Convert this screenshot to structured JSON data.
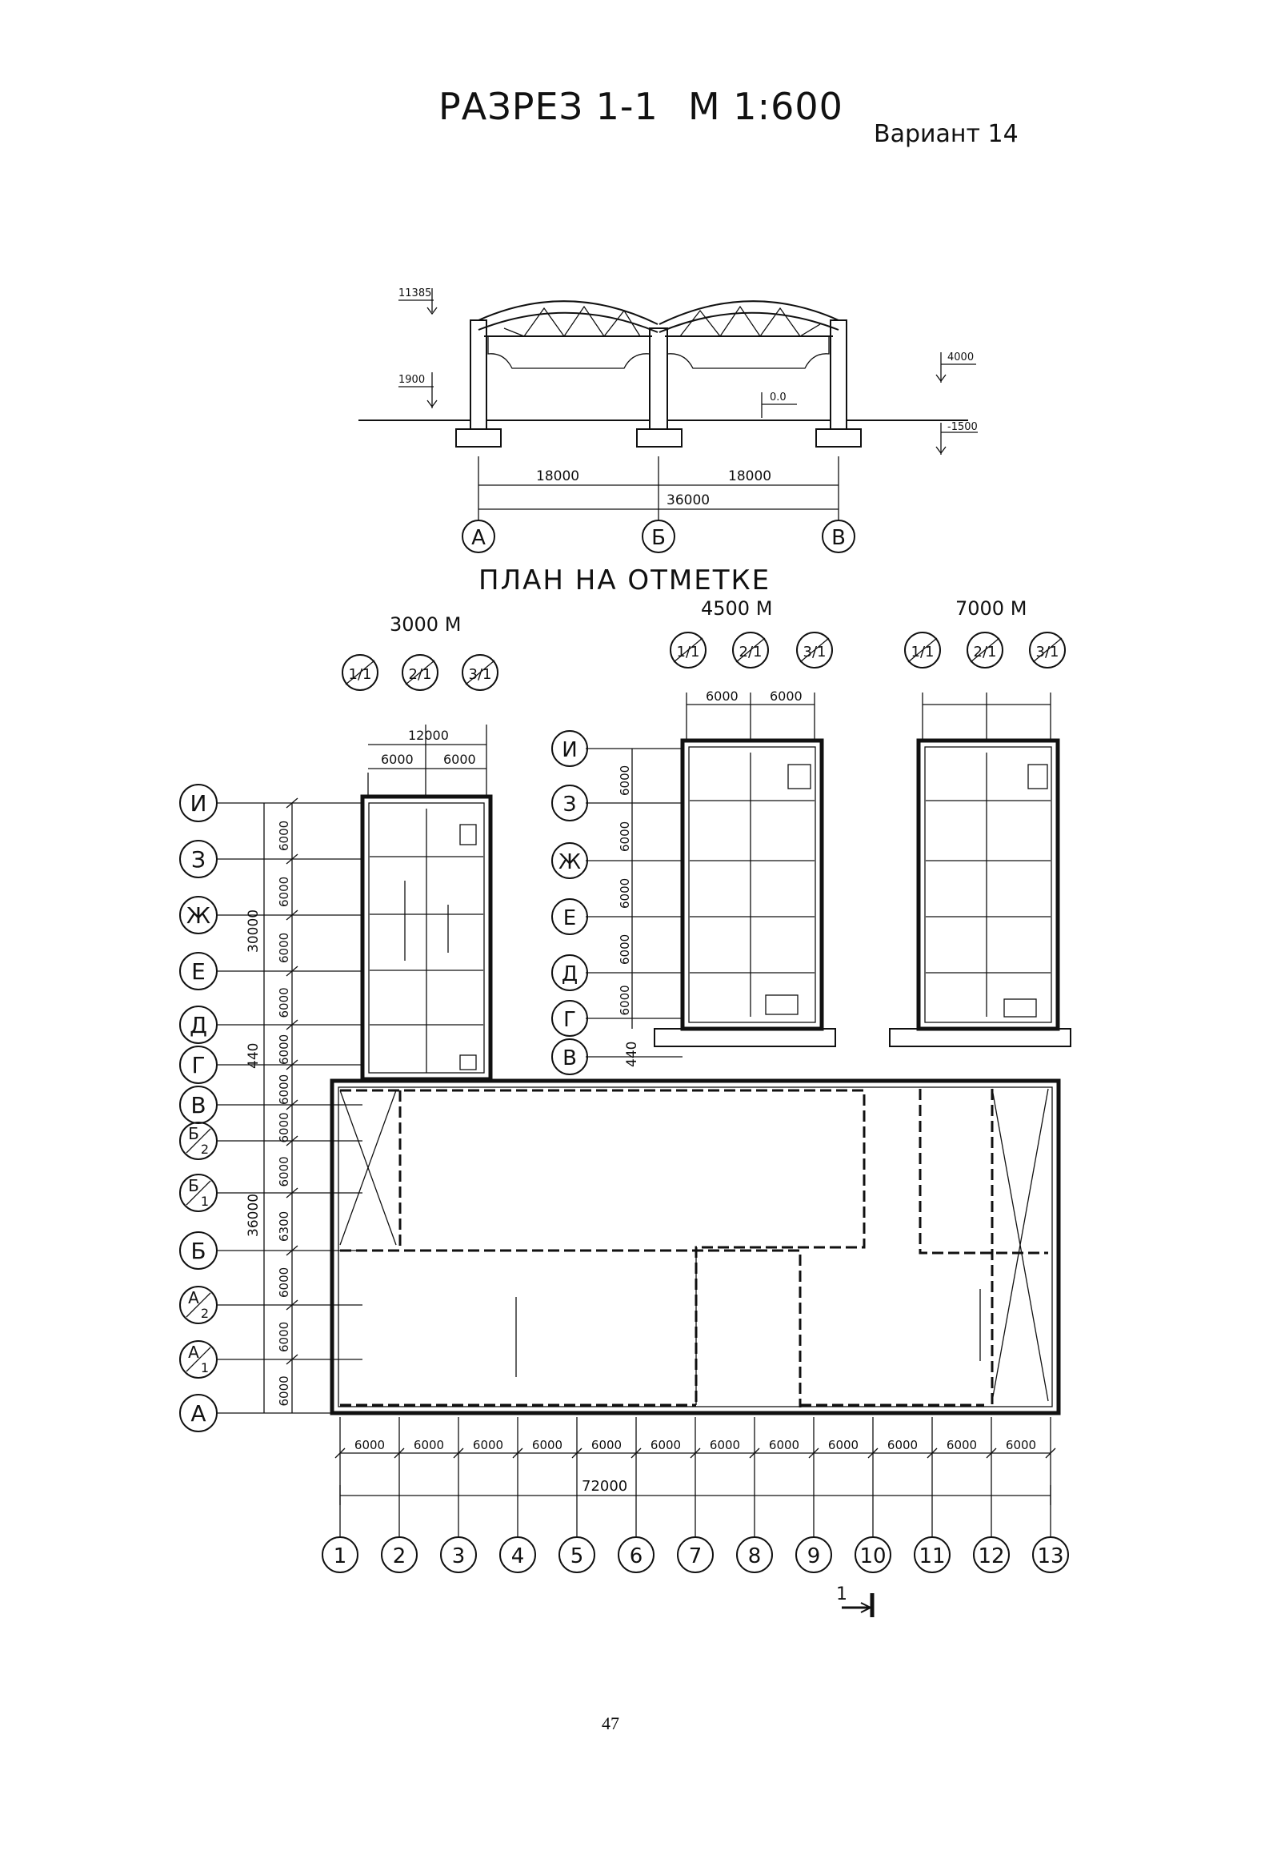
{
  "header": {
    "title": "РАЗРЕЗ 1-1",
    "scale": "М 1:600",
    "variant": "Вариант 14"
  },
  "section": {
    "levels": [
      "11385",
      "1900",
      "4000",
      "0.0",
      "-1500"
    ],
    "spans": [
      "18000",
      "18000"
    ],
    "total": "36000",
    "axes": [
      "А",
      "Б",
      "В"
    ]
  },
  "plan": {
    "title": "ПЛАН НА ОТМЕТКЕ",
    "sublevels": [
      "3000 М",
      "4500 М",
      "7000 М"
    ],
    "wing_axes": [
      "1/1",
      "2/1",
      "3/1"
    ],
    "wing1": {
      "span_total": "12000",
      "spans": [
        "6000",
        "6000"
      ]
    },
    "wing2": {
      "spans": [
        "6000",
        "6000"
      ]
    },
    "letter_rows": [
      "И",
      "З",
      "Ж",
      "Е",
      "Д",
      "Г",
      "В",
      "Б/2",
      "Б/1",
      "Б",
      "А/2",
      "А/1",
      "А"
    ],
    "row_dims": [
      "6000",
      "6000",
      "6000",
      "6000",
      "6000",
      "6000",
      "6000",
      "6000",
      "6300",
      "6000",
      "6000",
      "6000"
    ],
    "wing_total": "30000",
    "main_total": "36000",
    "offset": "440",
    "number_axes": [
      "1",
      "2",
      "3",
      "4",
      "5",
      "6",
      "7",
      "8",
      "9",
      "10",
      "11",
      "12",
      "13"
    ],
    "col_dims": [
      "6000",
      "6000",
      "6000",
      "6000",
      "6000",
      "6000",
      "6000",
      "6000",
      "6000",
      "6000",
      "6000",
      "6000"
    ],
    "overall": "72000",
    "cut_mark": "1"
  },
  "footer": {
    "page_number": "47"
  }
}
